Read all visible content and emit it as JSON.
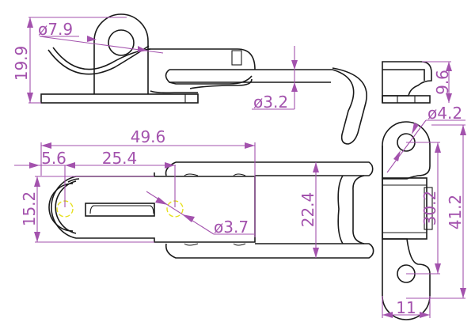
{
  "drawing": {
    "title": "Latch technical drawing",
    "colors": {
      "outline": "#1a1a1a",
      "dimension": "#a352ad",
      "hole_center": "#e6e020"
    },
    "dimensions": {
      "loop_diameter": "ø7.9",
      "side_height": "19.9",
      "rod_diameter": "ø3.2",
      "overall_length": "49.6",
      "edge_to_hole": "5.6",
      "hole_spacing": "25.4",
      "base_width": "15.2",
      "hole_diameter": "ø3.7",
      "hook_width": "22.4",
      "keeper_height": "9.6",
      "keeper_hole_diameter": "ø4.2",
      "keeper_hole_spacing": "30.2",
      "keeper_length": "41.2",
      "keeper_width": "11"
    }
  }
}
